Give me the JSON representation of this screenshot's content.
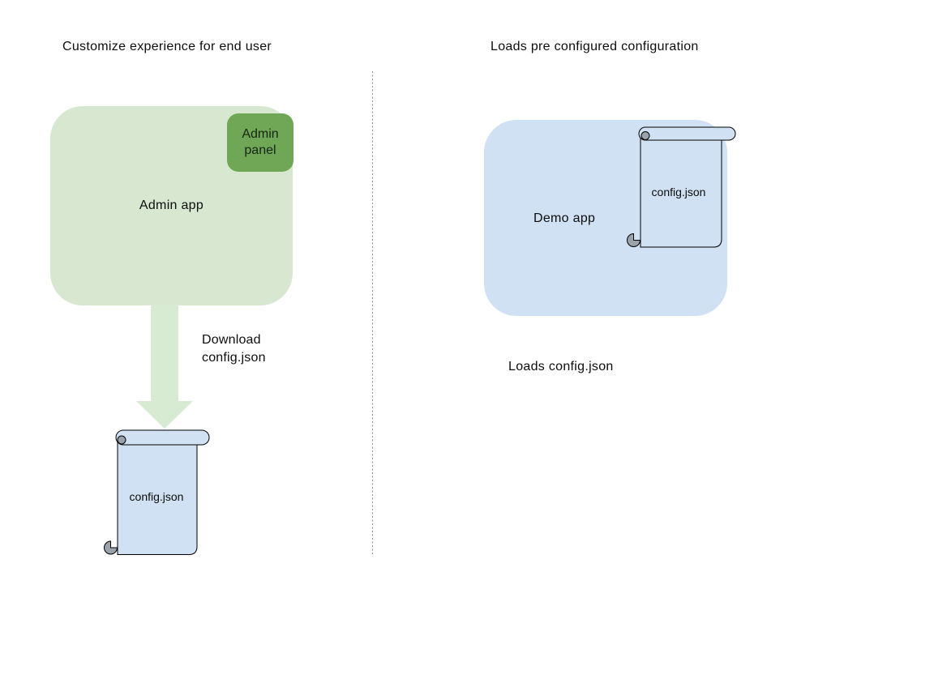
{
  "left": {
    "title": "Customize experience for end user",
    "admin_app_label": "Admin app",
    "admin_panel_label_line1": "Admin",
    "admin_panel_label_line2": "panel",
    "download_label_line1": "Download",
    "download_label_line2": "config.json",
    "config_file_label": "config.json"
  },
  "right": {
    "title": "Loads pre configured configuration",
    "demo_app_label": "Demo app",
    "config_file_label": "config.json",
    "caption": "Loads config.json"
  },
  "colors": {
    "app_green_fill": "#d7e7d0",
    "panel_green_fill": "#70a757",
    "file_blue_fill": "#cfe1f2",
    "arrow_green_fill": "#d7ead2",
    "curl_gray": "#9aa3ab",
    "outline": "#000000",
    "divider_gray": "#8f8f8f"
  }
}
